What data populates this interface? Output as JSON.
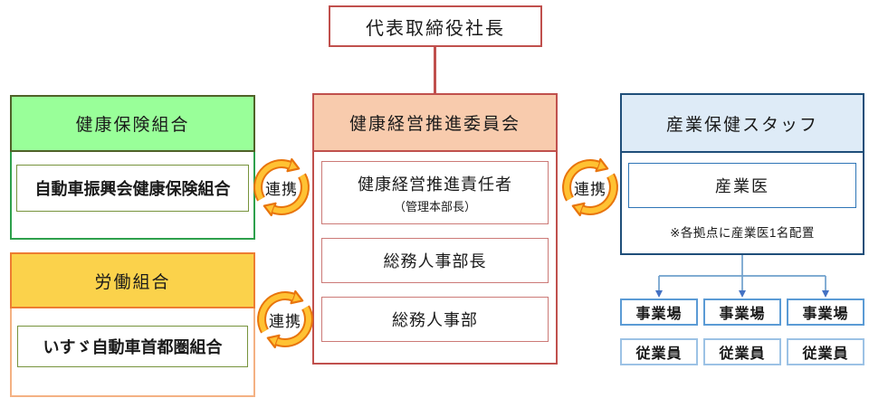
{
  "president": {
    "label": "代表取締役社長"
  },
  "committee": {
    "header": "健康経営推進委員会",
    "leader": {
      "line1": "健康経営推進責任者",
      "line2": "（管理本部長）"
    },
    "member2": "総務人事部長",
    "member3": "総務人事部"
  },
  "health_insurance": {
    "header": "健康保険組合",
    "member": "自動車振興会健康保険組合"
  },
  "labor_union": {
    "header": "労働組合",
    "member": "いすゞ自動車首都圏組合"
  },
  "occupational_health": {
    "header": "産業保健スタッフ",
    "member": "産業医",
    "note": "※各拠点に産業医1名配置",
    "sites": [
      "事業場",
      "事業場",
      "事業場"
    ],
    "employees": [
      "従業員",
      "従業員",
      "従業員"
    ]
  },
  "linkage": {
    "label": "連携"
  },
  "palette": {
    "red_border": "#C0504D",
    "committee_header_fill": "#F8CBAD",
    "committee_sub_border": "#CC7A77",
    "green_panel_border": "#2EA04C",
    "green_header_fill": "#99FF99",
    "green_header_border": "#4F6228",
    "olive_sub_border": "#77933C",
    "labor_panel_border": "#F4B183",
    "labor_header_fill": "#FBD24B",
    "labor_header_border": "#ED7D31",
    "blue_panel_border": "#1F4E79",
    "blue_header_fill": "#DEEBF7",
    "blue_sub_border": "#2E75B6",
    "site_box_border": "#5B9BD5",
    "employee_box_border": "#9CC2E5",
    "connector_line": "#6FA0CC",
    "connector_arrow": "#4472C4",
    "cycle_arrow_fill": "#FFC233",
    "cycle_arrow_outline": "#E8740C"
  }
}
